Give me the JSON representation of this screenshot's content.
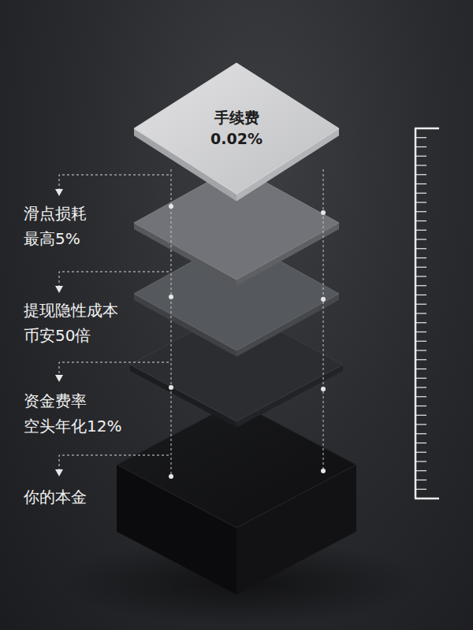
{
  "diagram": {
    "nodes": [
      {
        "text": [
          "手续费 0.02%"
        ]
      }
    ],
    "labels": [
      "滑点损耗 最高5%",
      "提现隐性成本 币安50倍",
      "资金费率 空头年化12%",
      "你的本金"
    ]
  }
}
